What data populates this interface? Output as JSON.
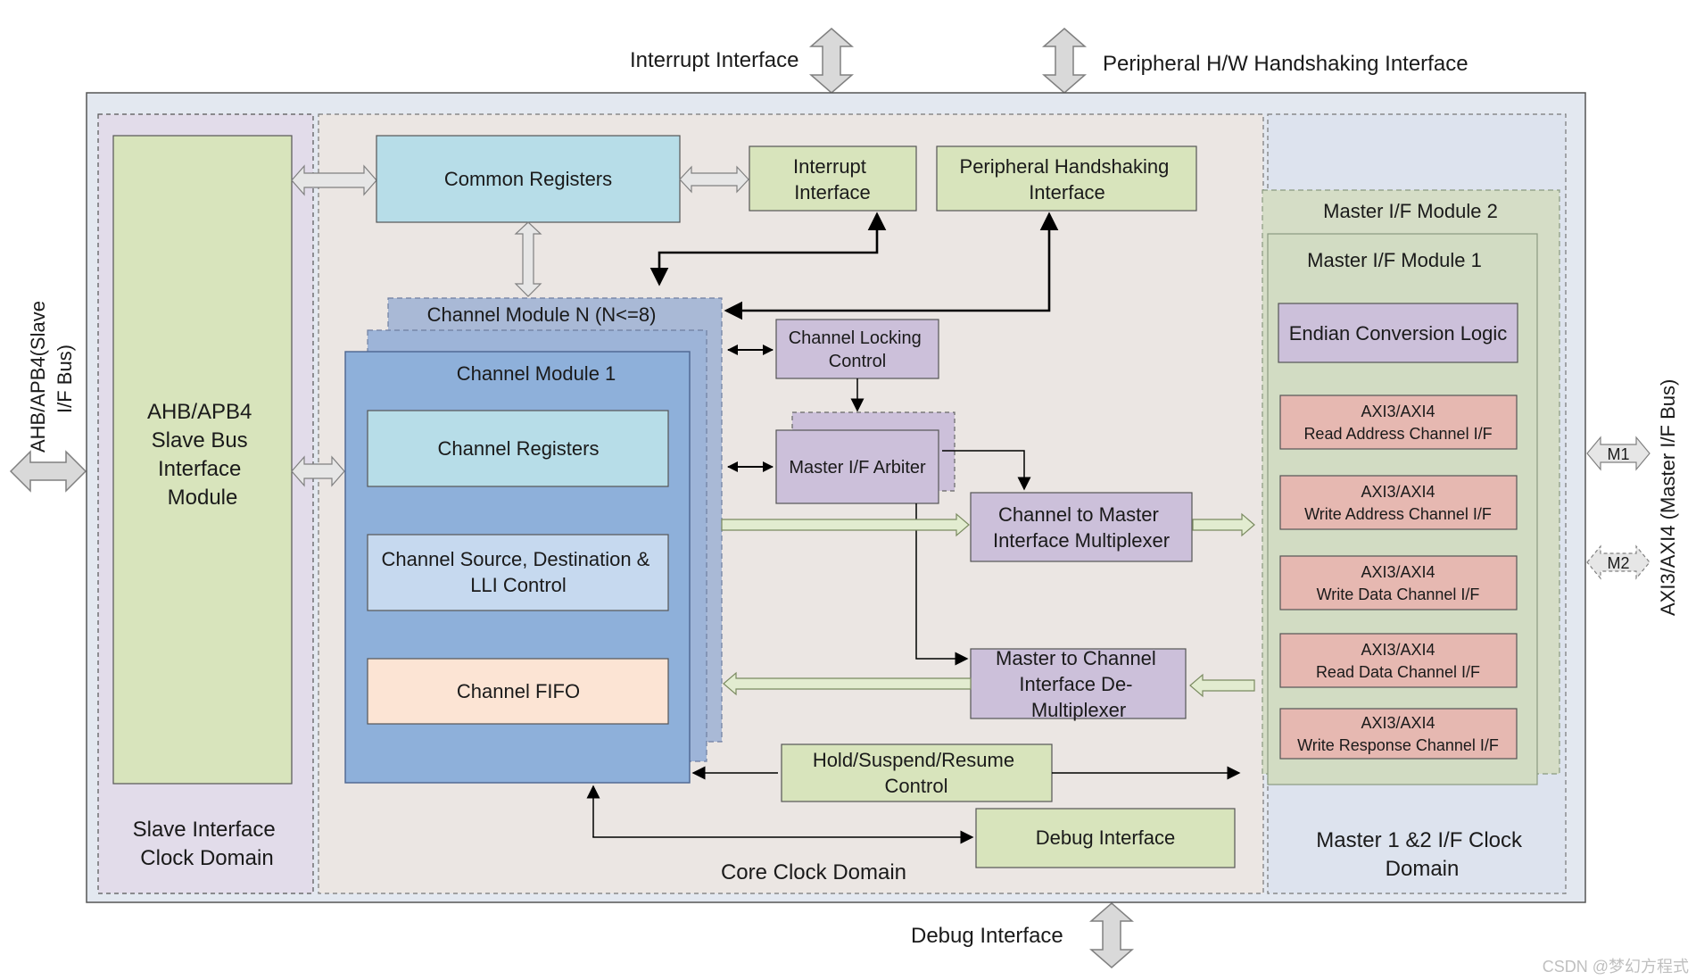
{
  "labels": {
    "interrupt_interface_top": "Interrupt Interface",
    "peripheral_hw_handshaking": "Peripheral H/W Handshaking Interface",
    "debug_interface_bottom": "Debug Interface",
    "ahb_bus_left": "AHB/APB4(Slave I/F Bus)",
    "axi_bus_right": "AXI3/AXI4 (Master I/F Bus)",
    "m1": "M1",
    "m2": "M2",
    "watermark": "CSDN @梦幻方程式"
  },
  "domains": {
    "slave": "Slave Interface Clock Domain",
    "core": "Core Clock Domain",
    "master": "Master 1 &2 I/F Clock Domain"
  },
  "blocks": {
    "slave_bus_module": "AHB/APB4 Slave Bus Interface Module",
    "common_registers": "Common Registers",
    "interrupt_interface": "Interrupt Interface",
    "peripheral_handshaking": "Peripheral Handshaking Interface",
    "channel_module_n": "Channel Module N (N<=8)",
    "channel_module_1": "Channel Module 1",
    "channel_registers": "Channel Registers",
    "channel_src_dst": "Channel Source, Destination & LLI Control",
    "channel_fifo": "Channel FIFO",
    "channel_locking": "Channel Locking Control",
    "master_arbiter": "Master I/F Arbiter",
    "ch_to_master_mux": "Channel to Master Interface Multiplexer",
    "master_to_ch_demux": "Master to Channel Interface De-Multiplexer",
    "hold_suspend": "Hold/Suspend/Resume Control",
    "debug_interface": "Debug Interface",
    "master_module_2": "Master I/F Module 2",
    "master_module_1": "Master I/F Module 1",
    "endian": "Endian Conversion Logic",
    "axi_prefix": "AXI3/AXI4",
    "axi_channels": [
      "Read Address Channel I/F",
      "Write Address Channel I/F",
      "Write Data Channel I/F",
      "Read Data Channel I/F",
      "Write Response Channel I/F"
    ]
  },
  "colors": {
    "outer_bg": "#e3e8f0",
    "slave_domain": "#e2dcea",
    "core_domain": "#ebe6e3",
    "master_domain": "#dde3ee",
    "green_block": "#d8e4bc",
    "cyan_block": "#b7dde8",
    "channel_blue": "#8eb0da",
    "purple_block": "#ccc0da",
    "salmon_block": "#e6b8b1",
    "fifo_block": "#fce4d4",
    "endian_block": "#ccc0da"
  }
}
